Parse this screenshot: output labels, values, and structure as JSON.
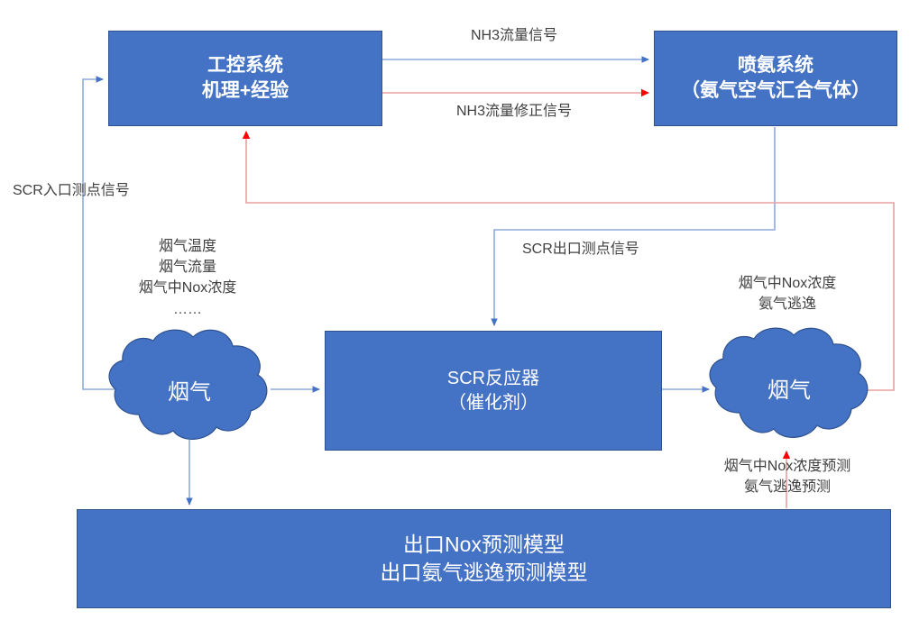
{
  "colors": {
    "box_fill": "#4472C4",
    "box_stroke": "#2F528F",
    "blue_wire": "#8FAADC",
    "blue_arrow": "#4472C4",
    "red_wire": "#E8A0A0",
    "red_arrow": "#FF0000",
    "text_dark": "#404040",
    "text_light": "#FFFFFF",
    "background": "#FFFFFF"
  },
  "nodes": {
    "ics": {
      "line1": "工控系统",
      "line2": "机理+经验"
    },
    "ammonia": {
      "line1": "喷氨系统",
      "line2": "（氨气空气汇合气体）"
    },
    "scr": {
      "line1": "SCR反应器",
      "line2": "（催化剂）"
    },
    "model": {
      "line1": "出口Nox预测模型",
      "line2": "出口氨气逃逸预测模型"
    },
    "cloud_left": {
      "label": "烟气"
    },
    "cloud_right": {
      "label": "烟气"
    }
  },
  "labels": {
    "nh3_flow_signal": "NH3流量信号",
    "nh3_flow_correction_signal": "NH3流量修正信号",
    "scr_inlet_signal": "SCR入口测点信号",
    "scr_outlet_signal": "SCR出口测点信号",
    "flue_inlet_params": [
      "烟气温度",
      "烟气流量",
      "烟气中Nox浓度",
      "……"
    ],
    "flue_outlet_params": [
      "烟气中Nox浓度",
      "氨气逃逸"
    ],
    "prediction_params": [
      "烟气中Nox浓度预测",
      "氨气逃逸预测"
    ]
  }
}
